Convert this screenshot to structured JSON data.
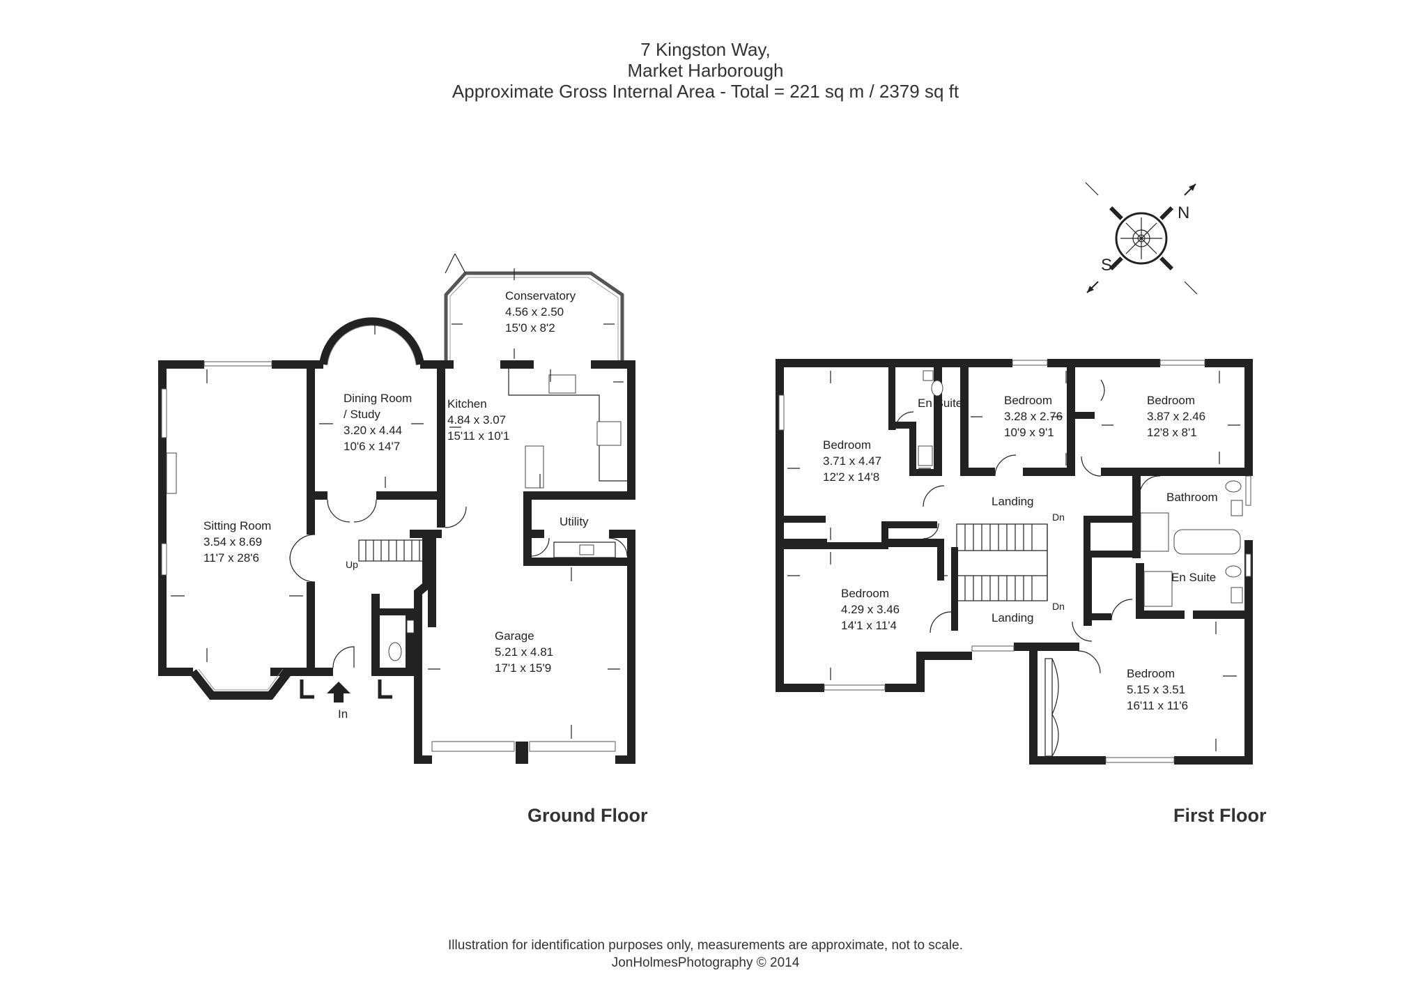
{
  "header": {
    "address_line1": "7 Kingston Way,",
    "address_line2": "Market Harborough",
    "area_line": "Approximate Gross Internal Area - Total = 221 sq m / 2379 sq ft"
  },
  "compass": {
    "north": "N",
    "south": "S"
  },
  "ground_floor": {
    "title": "Ground Floor",
    "rooms": {
      "sitting": {
        "name": "Sitting Room",
        "metric": "3.54 x 8.69",
        "imperial": "11'7 x 28'6"
      },
      "dining": {
        "name_line1": "Dining Room",
        "name_line2": "/ Study",
        "metric": "3.20 x 4.44",
        "imperial": "10'6 x 14'7"
      },
      "kitchen": {
        "name": "Kitchen",
        "metric": "4.84 x 3.07",
        "imperial": "15'11 x 10'1"
      },
      "conservatory": {
        "name": "Conservatory",
        "metric": "4.56 x 2.50",
        "imperial": "15'0 x 8'2"
      },
      "utility": {
        "name": "Utility"
      },
      "garage": {
        "name": "Garage",
        "metric": "5.21 x 4.81",
        "imperial": "17'1 x 15'9"
      }
    },
    "stairs_label": "Up",
    "entrance_label": "In"
  },
  "first_floor": {
    "title": "First Floor",
    "rooms": {
      "bed1": {
        "name": "Bedroom",
        "metric": "3.71 x 4.47",
        "imperial": "12'2 x 14'8"
      },
      "ensuite1": {
        "name": "En Suite"
      },
      "bed2": {
        "name": "Bedroom",
        "metric": "3.28 x 2.76",
        "imperial": "10'9 x 9'1"
      },
      "bed3": {
        "name": "Bedroom",
        "metric": "3.87 x 2.46",
        "imperial": "12'8 x 8'1"
      },
      "bathroom": {
        "name": "Bathroom"
      },
      "landing_top": {
        "name": "Landing"
      },
      "landing_bottom": {
        "name": "Landing"
      },
      "bed4": {
        "name": "Bedroom",
        "metric": "4.29 x 3.46",
        "imperial": "14'1 x 11'4"
      },
      "ensuite2": {
        "name": "En Suite"
      },
      "bed5": {
        "name": "Bedroom",
        "metric": "5.15 x 3.51",
        "imperial": "16'11 x 11'6"
      }
    },
    "stairs_top": "Dn",
    "stairs_bottom": "Dn"
  },
  "footer": {
    "disclaimer": "Illustration for identification purposes only, measurements are approximate, not to scale.",
    "credit": "JonHolmesPhotography © 2014"
  },
  "colors": {
    "wall": "#222222",
    "background": "#ffffff",
    "text": "#333333"
  }
}
